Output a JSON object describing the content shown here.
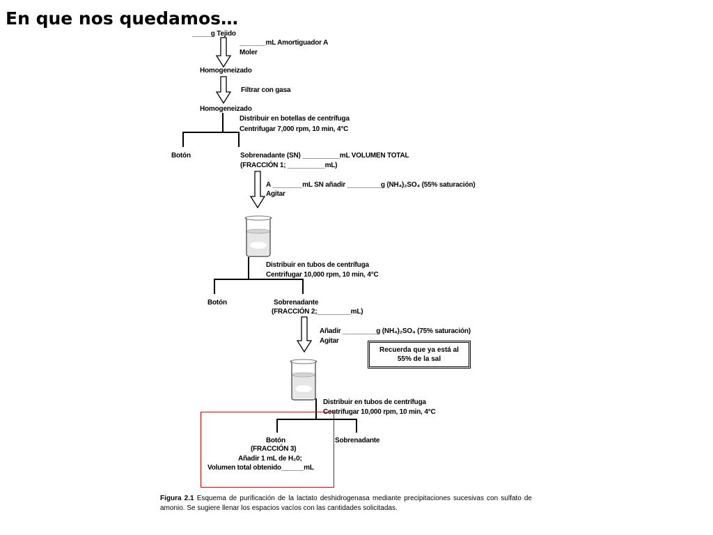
{
  "page": {
    "title": "En que nos quedamos…"
  },
  "diagram": {
    "tejido": "_____g  Tejido",
    "amortiguador": "_______mL Amortiguador A",
    "moler": "Moler",
    "homogeneizado_1": "Homogeneizado",
    "filtrar": "Filtrar con gasa",
    "homogeneizado_2": "Homogeneizado",
    "distribuir_botellas": "Distribuir en botellas de centrífuga",
    "centrifugar_1": "Centrifugar 7,000 rpm, 10 min, 4°C",
    "boton_1": "Botón",
    "sobrenadante_sn": "Sobrenadante (SN) __________mL VOLUMEN TOTAL",
    "fraccion_1": "(FRACCIÓN 1; __________mL)",
    "anadir_55": "A ________mL SN añadir _________g (NH₄)₂SO₄ (55% saturación)",
    "agitar_1": "Agitar",
    "distribuir_tubos_1": "Distribuir en tubos de centrífuga",
    "centrifugar_2": "Centrifugar 10,000 rpm, 10 min, 4°C",
    "boton_2": "Botón",
    "sobrenadante_2": "Sobrenadante",
    "fraccion_2": "(FRACCIÓN 2;_________mL)",
    "anadir_75": "Añadir _________g  (NH₄)₂SO₄ (75% saturación)",
    "agitar_2": "Agitar",
    "recuerda_line1": "Recuerda que ya está al",
    "recuerda_line2": "55% de la sal",
    "distribuir_tubos_2": "Distribuir en tubos de centrífuga",
    "centrifugar_3": "Centrifugar 10,000 rpm, 10 min, 4°C",
    "boton_3": "Botón",
    "sobrenadante_3": "Sobrenadante",
    "fraccion_3": "(FRACCIÓN 3)",
    "anadir_agua": "Añadir 1 mL de H₂0;",
    "volumen_total": "Volumen total obtenido______mL"
  },
  "caption": {
    "label": "Figura 2.1",
    "text": " Esquema de purificación de la lactato deshidrogenasa mediante precipitaciones sucesivas con sulfato de amonio. Se sugiere llenar los espacios vacíos con las cantidades solicitadas."
  },
  "colors": {
    "highlight_box": "#d00000",
    "text": "#000000"
  }
}
